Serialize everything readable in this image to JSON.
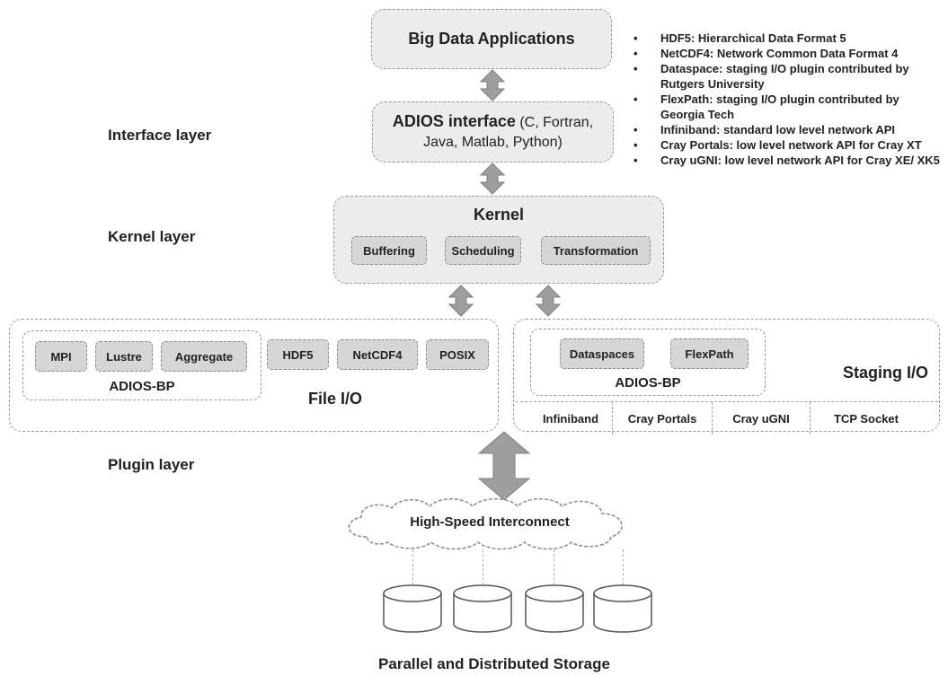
{
  "top": {
    "apps_label": "Big Data Applications",
    "adios_title": "ADIOS interface",
    "adios_langs_line1": "(C, Fortran,",
    "adios_langs_line2": "Java, Matlab, Python)"
  },
  "layers": {
    "interface": "Interface layer",
    "kernel": "Kernel layer",
    "plugin": "Plugin layer"
  },
  "kernel": {
    "title": "Kernel",
    "components": [
      "Buffering",
      "Scheduling",
      "Transformation"
    ]
  },
  "file_io": {
    "title": "File I/O",
    "adios_bp_label": "ADIOS-BP",
    "adios_bp_items": [
      "MPI",
      "Lustre",
      "Aggregate"
    ],
    "formats": [
      "HDF5",
      "NetCDF4",
      "POSIX"
    ]
  },
  "staging_io": {
    "title": "Staging I/O",
    "adios_bp_label": "ADIOS-BP",
    "plugins": [
      "Dataspaces",
      "FlexPath"
    ],
    "networks": [
      "Infiniband",
      "Cray Portals",
      "Cray uGNI",
      "TCP Socket"
    ]
  },
  "interconnect": "High-Speed Interconnect",
  "storage_label": "Parallel and Distributed Storage",
  "notes": [
    "HDF5: Hierarchical Data Format 5",
    "NetCDF4: Network Common Data Format 4",
    "Dataspace: staging I/O plugin contributed by Rutgers University",
    "FlexPath: staging I/O plugin contributed by Georgia Tech",
    "Infiniband: standard low level network API",
    "Cray Portals: low level network API for Cray XT",
    "Cray uGNI: low level network API for Cray XE/ XK5"
  ],
  "colors": {
    "box_fill": "#ececec",
    "chip_fill": "#d6d6d6",
    "arrow": "#9e9e9e",
    "border": "#9a9a9a"
  },
  "icons": [
    "double-arrow-icon",
    "cloud-icon",
    "disk-icon"
  ]
}
